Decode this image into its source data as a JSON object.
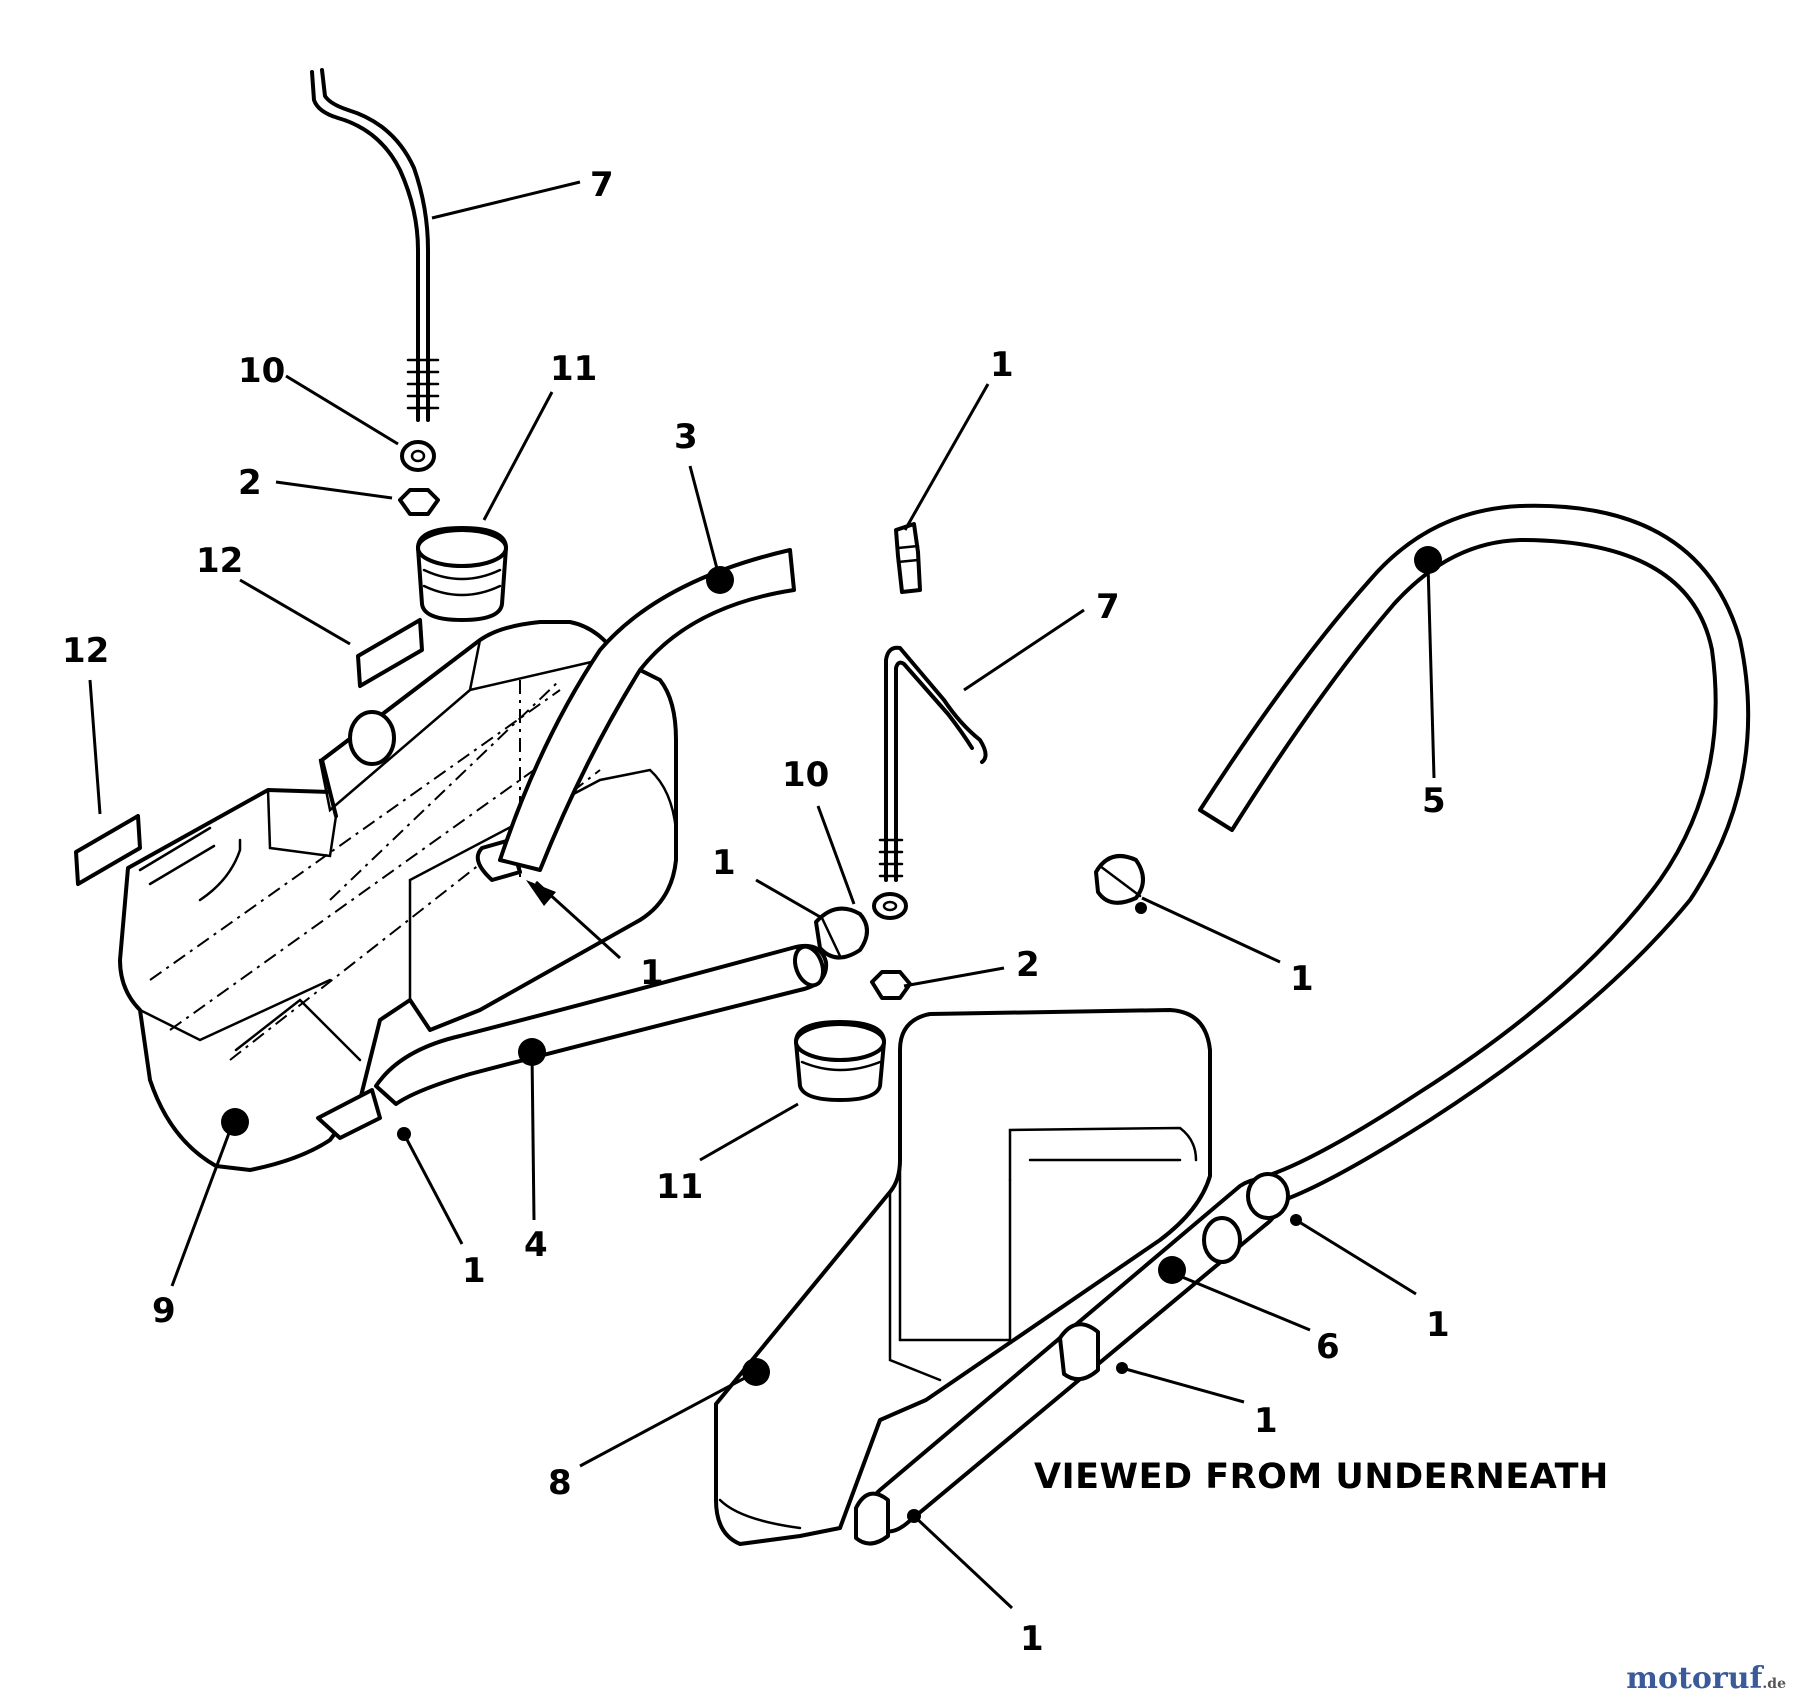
{
  "callouts": {
    "c7a": "7",
    "c10a": "10",
    "c11a": "11",
    "c2a": "2",
    "c3": "3",
    "c12a": "12",
    "c12b": "12",
    "c1a": "1",
    "c7b": "7",
    "c10b": "10",
    "c1b": "1",
    "c1c": "1",
    "c2b": "2",
    "c1d": "1",
    "c5": "5",
    "c9": "9",
    "c1e": "1",
    "c4": "4",
    "c11b": "11",
    "c1f": "1",
    "c6": "6",
    "c1g": "1",
    "c8": "8",
    "c1h": "1"
  },
  "caption": "VIEWED FROM UNDERNEATH",
  "watermark": {
    "brand": "motoruf",
    "tld": ".de"
  }
}
